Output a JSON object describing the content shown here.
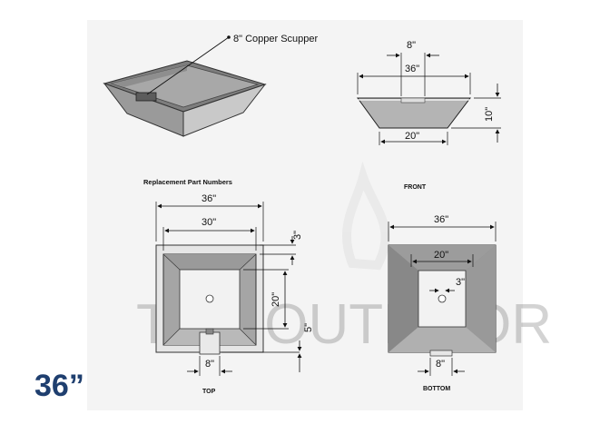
{
  "headline_size": "36”",
  "callout": "8\" Copper Scupper",
  "part_numbers_heading": "Replacement Part Numbers",
  "watermark": {
    "word": "THE OUTDOOR"
  },
  "views": {
    "front": {
      "caption": "FRONT",
      "scupper_width": "8\"",
      "top_width": "36\"",
      "height": "10\"",
      "base_width": "20\""
    },
    "top": {
      "caption": "TOP",
      "outer_width": "36\"",
      "inner_width": "30\"",
      "rim": "3\"",
      "bowl_depth": "20\"",
      "scupper_drop": "5\"",
      "scupper_width": "8\""
    },
    "bottom": {
      "caption": "BOTTOM",
      "outer_width": "36\"",
      "base_width": "20\"",
      "drain": "3\"",
      "scupper_width": "8\""
    }
  },
  "colors": {
    "headline": "#1f3f6f",
    "bowl_edge": "#8c8c8c",
    "bowl_face": "#b4b4b4"
  }
}
